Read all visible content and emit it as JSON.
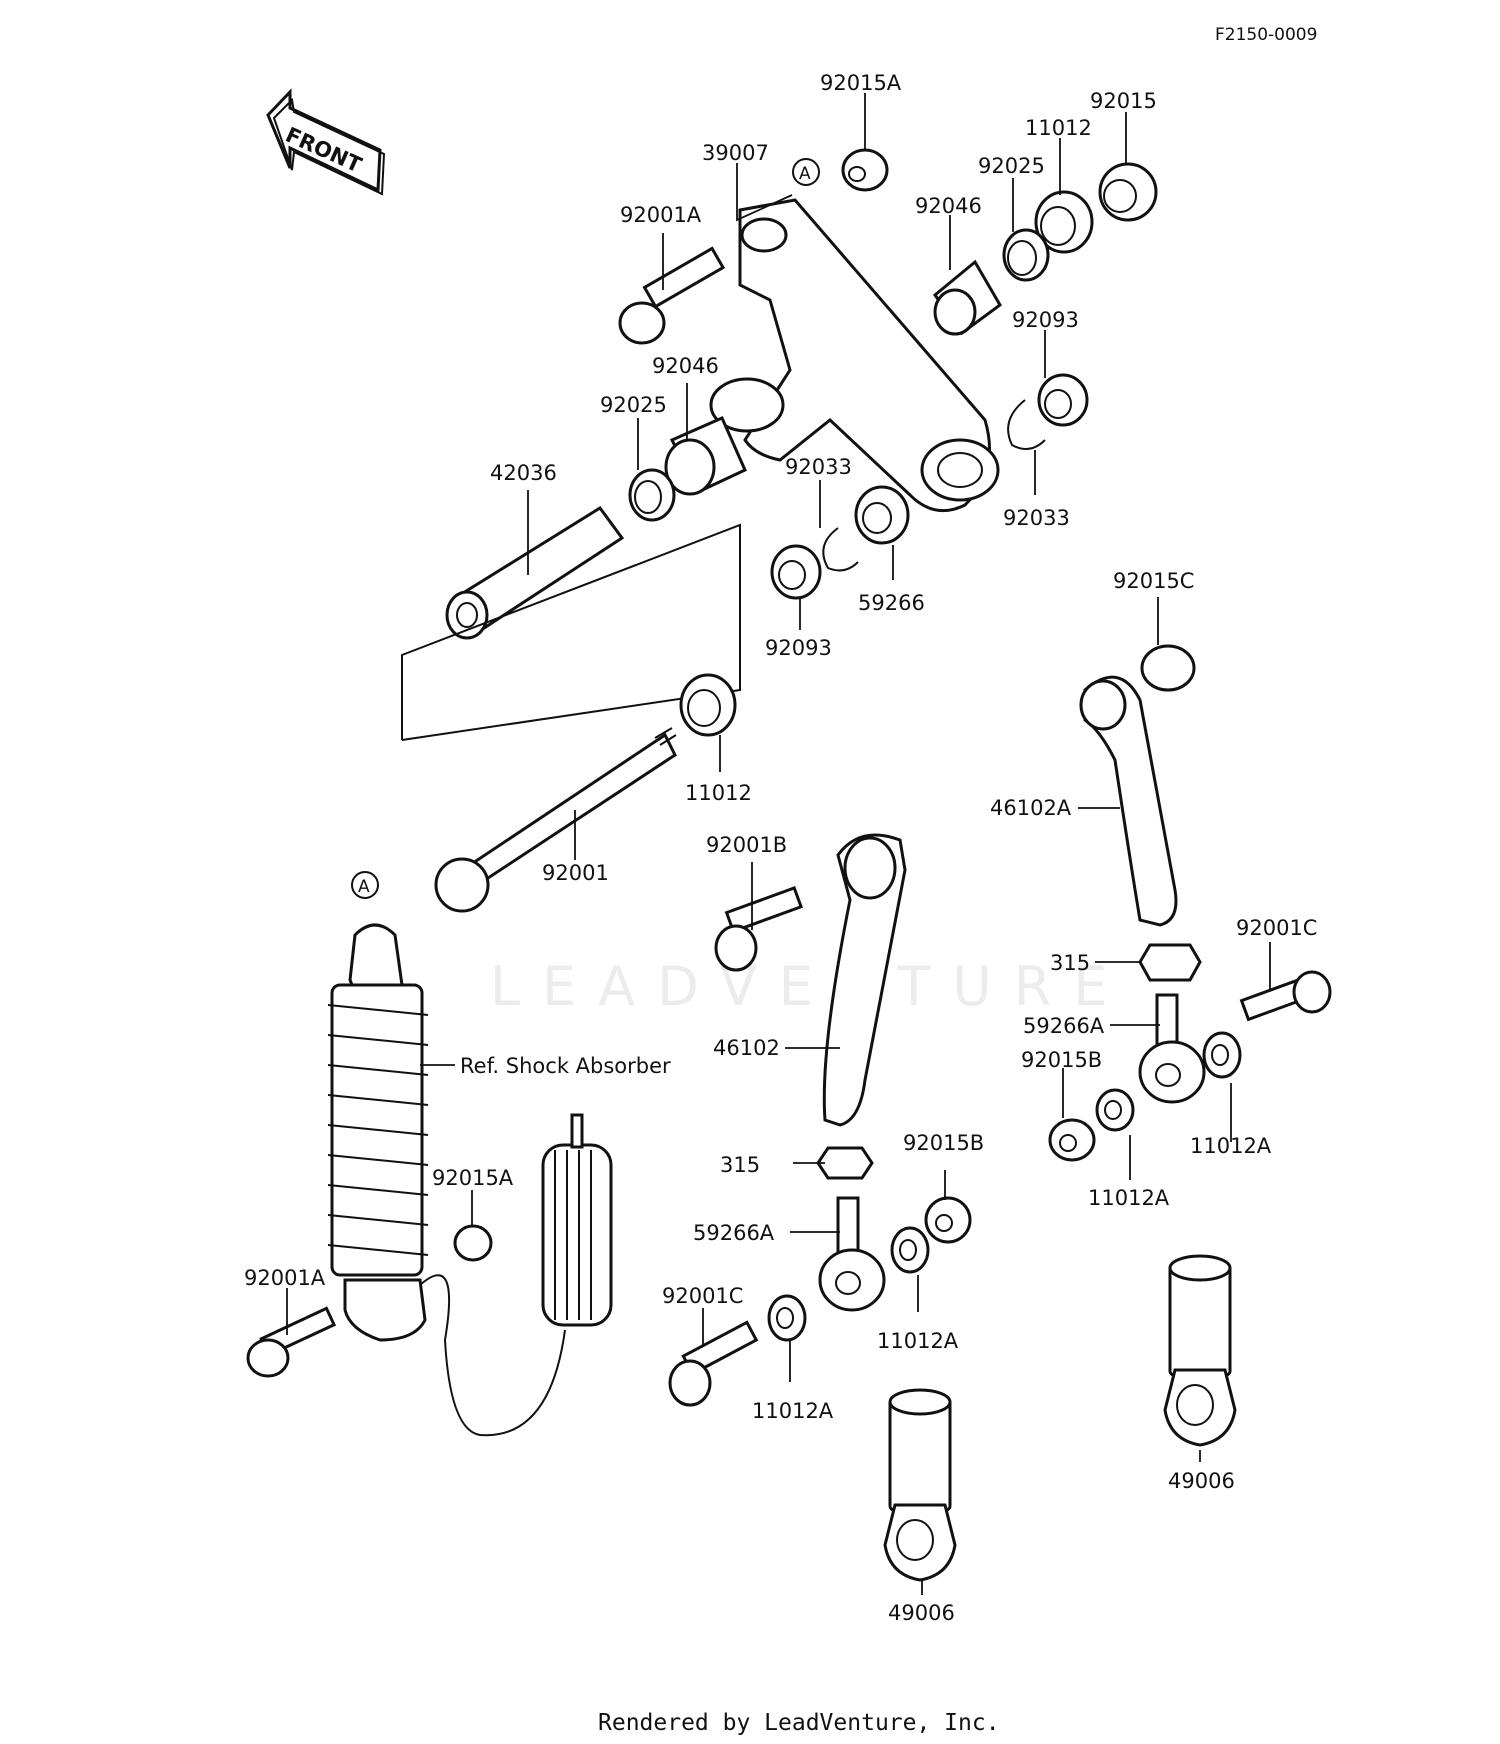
{
  "diagram_id": "F2150-0009",
  "front_label": "FRONT",
  "callout_marker": "A",
  "watermark": "LEADVENTURE",
  "footer": "Rendered by LeadVenture, Inc.",
  "colors": {
    "ink": "#111111",
    "paper": "#ffffff",
    "watermark": "#ececec"
  },
  "parts": {
    "p92015A_top": "92015A",
    "p92015_top": "92015",
    "p11012_top": "11012",
    "p39007": "39007",
    "p92025_right": "92025",
    "p92001A_top": "92001A",
    "p92046_right": "92046",
    "p92093_right": "92093",
    "p92046_left": "92046",
    "p92025_left": "92025",
    "p92033_mid": "92033",
    "p92033_right": "92033",
    "p42036": "42036",
    "p59266": "59266",
    "p92093_left": "92093",
    "p92015C": "92015C",
    "p11012_mid": "11012",
    "p46102A": "46102A",
    "p92001B": "92001B",
    "p92001": "92001",
    "p92001C_right": "92001C",
    "p315_right": "315",
    "p59266A_right": "59266A",
    "p92015B_right": "92015B",
    "p46102": "46102",
    "ref_shock": "Ref. Shock Absorber",
    "p11012A_r1": "11012A",
    "p92015B_mid": "92015B",
    "p315_mid": "315",
    "p92015A_low": "92015A",
    "p11012A_r2": "11012A",
    "p59266A_mid": "59266A",
    "p92001A_low": "92001A",
    "p92001C_mid": "92001C",
    "p11012A_m1": "11012A",
    "p11012A_m2": "11012A",
    "p49006_right": "49006",
    "p49006_mid": "49006"
  }
}
